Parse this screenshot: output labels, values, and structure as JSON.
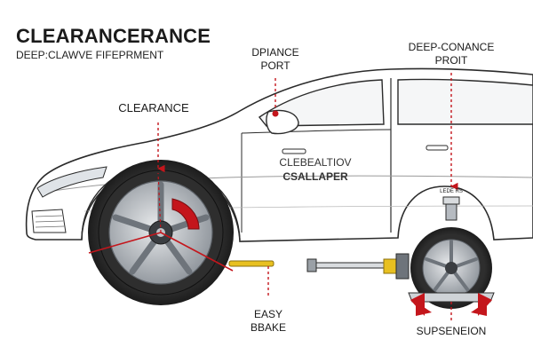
{
  "title": "CLEARANCERANCE",
  "subtitle": "DEEP:CLAWVE FIFEPRMENT",
  "labels": {
    "clearance": "CLEARANCE",
    "port_line1": "DPIANCE",
    "port_line2": "PORT",
    "deep_line1": "DEEP-CONANCE",
    "deep_line2": "PROIT",
    "easy_line1": "EASY",
    "easy_line2": "BBAKE",
    "suspension": "SUPSENEION",
    "tag": "LEDE RS"
  },
  "door_text": {
    "line1": "CLEBEALTIOV",
    "line2": "CSALLAPER"
  },
  "colors": {
    "accent": "#c4161c",
    "outline": "#2b2b2b",
    "wheel_dark": "#2a2a2a",
    "rim": "#9aa0a6",
    "brake": "#e8c020",
    "caliper": "#c4161c"
  }
}
